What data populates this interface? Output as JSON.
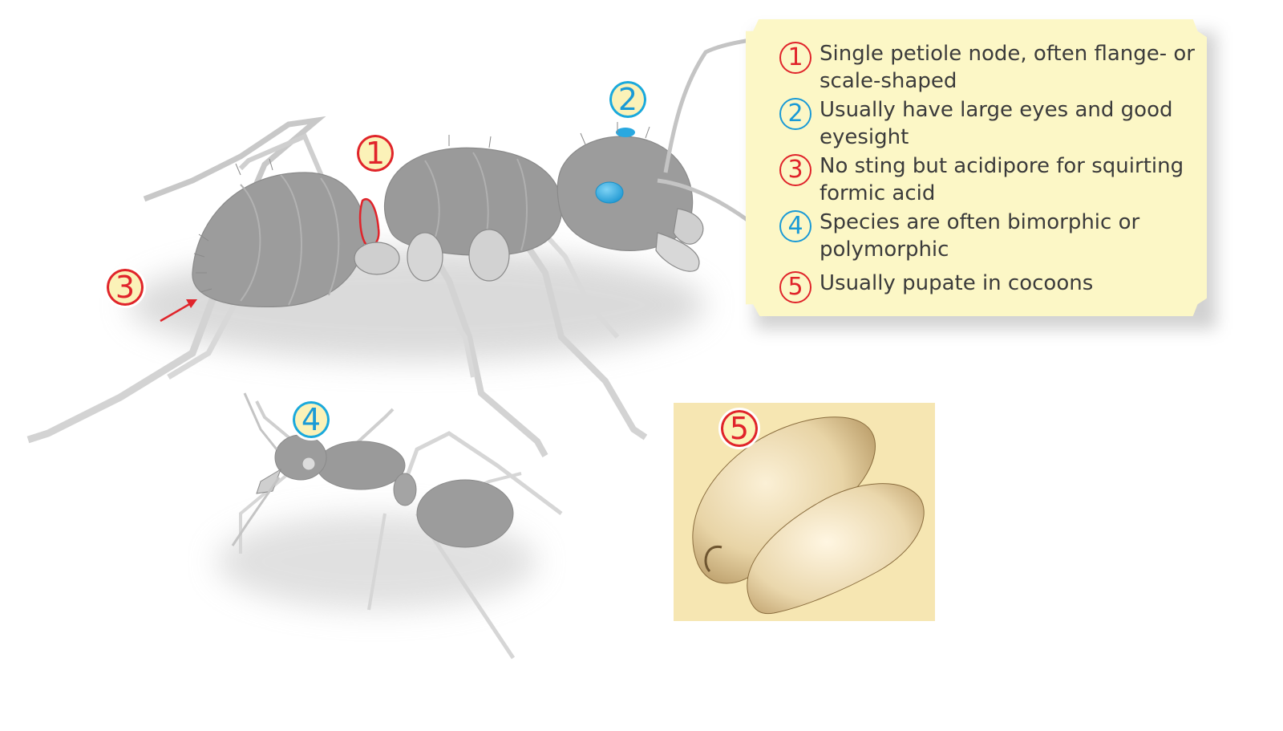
{
  "markers": {
    "m1": "1",
    "m2": "2",
    "m3": "3",
    "m4": "4",
    "m5": "5"
  },
  "legend": {
    "items": [
      {
        "number": "1",
        "text": "Single petiole node, often flange- or scale-shaped",
        "color": "#e0242b"
      },
      {
        "number": "2",
        "text": "Usually have large eyes and good eyesight",
        "color": "#1a9ad6"
      },
      {
        "number": "3",
        "text": "No sting but acidipore for squirting formic acid",
        "color": "#e0242b"
      },
      {
        "number": "4",
        "text": "Species are often bimorphic or polymorphic",
        "color": "#1a9ad6"
      },
      {
        "number": "5",
        "text": "Usually pupate in cocoons",
        "color": "#e0242b"
      }
    ]
  },
  "colors": {
    "ant_body": "#9a9a9a",
    "ant_leg": "#d4d4d4",
    "eye": "#29a8e0",
    "petiole_outline": "#e0242b",
    "legend_bg": "#fcf7c6",
    "cocoon_bg": "#f6e6b2"
  }
}
